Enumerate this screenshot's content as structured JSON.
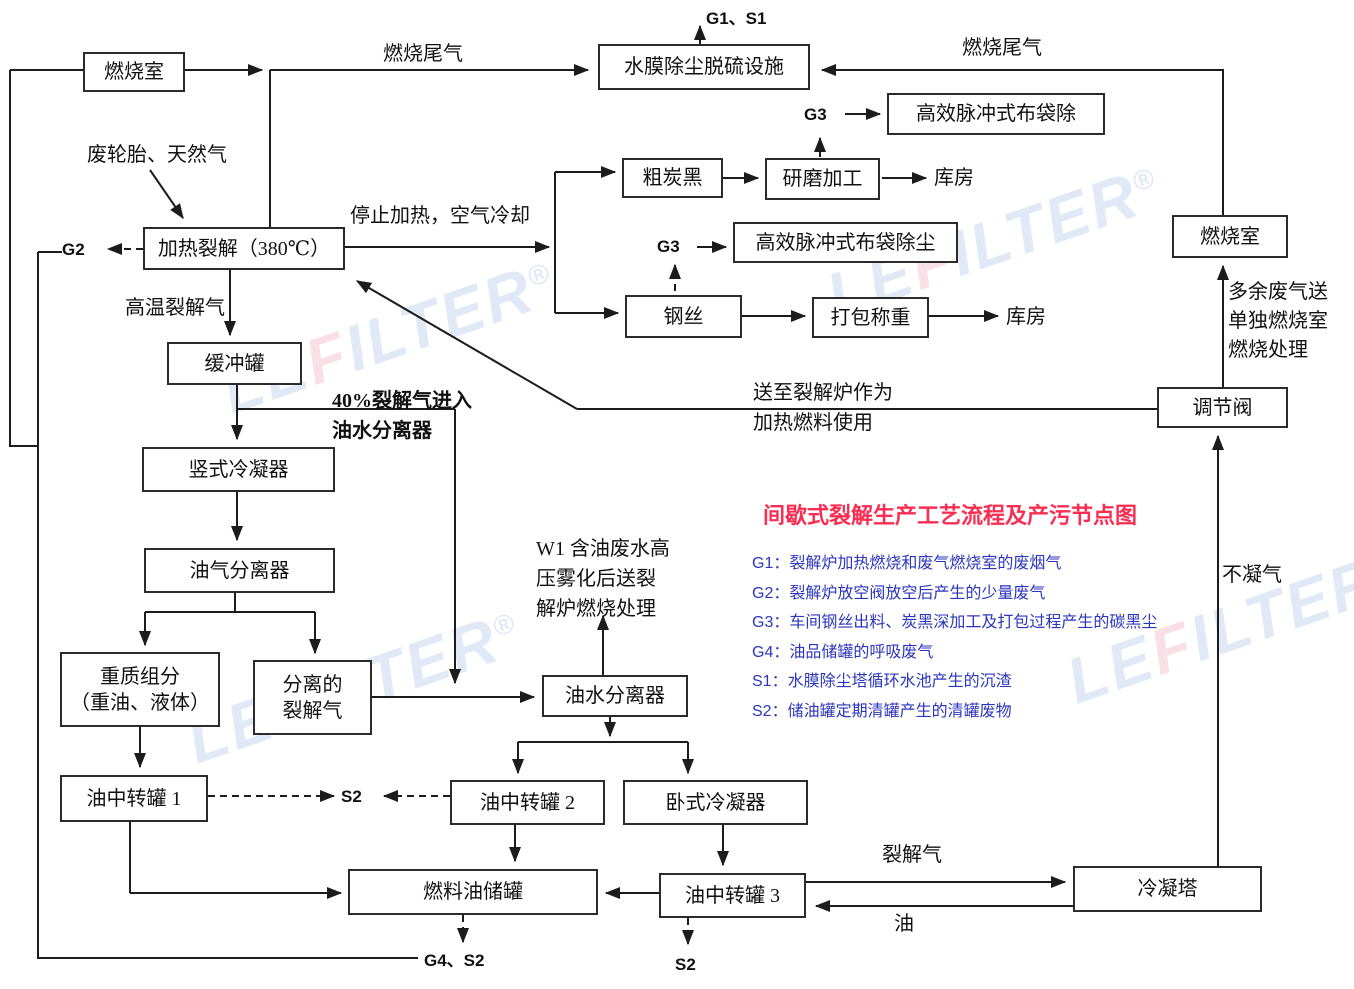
{
  "title": "间歇式裂解生产工艺流程及产污节点图",
  "legend": {
    "items": [
      "G1：裂解炉加热燃烧和废气燃烧室的废烟气",
      "G2：裂解炉放空阀放空后产生的少量废气",
      "G3：车间钢丝出料、炭黑深加工及打包过程产生的碳黑尘",
      "G4：油品储罐的呼吸废气",
      "S1：水膜除尘塔循环水池产生的沉渣",
      "S2：储油罐定期清罐产生的清罐废物"
    ]
  },
  "nodes": {
    "combustion_left": "燃烧室",
    "water_film": "水膜除尘脱硫设施",
    "bag_filter_top": "高效脉冲式布袋除",
    "coarse_cb": "粗炭黑",
    "grinding": "研磨加工",
    "bag_filter_mid": "高效脉冲式布袋除尘",
    "steel_wire": "钢丝",
    "packing": "打包称重",
    "pyrolysis": "加热裂解（380℃）",
    "buffer": "缓冲罐",
    "vert_cond": "竖式冷凝器",
    "og_sep": "油气分离器",
    "heavy": "重质组分\n（重油、液体）",
    "sep_gas": "分离的\n裂解气",
    "ot1": "油中转罐 1",
    "ow_sep": "油水分离器",
    "ot2": "油中转罐 2",
    "horiz_cond": "卧式冷凝器",
    "fuel_tank": "燃料油储罐",
    "ot3": "油中转罐 3",
    "cond_tower": "冷凝塔",
    "combustion_right": "燃烧室",
    "valve": "调节阀"
  },
  "labels": {
    "tail_gas_left": "燃烧尾气",
    "tail_gas_right": "燃烧尾气",
    "g1s1": "G1、S1",
    "g3_top": "G3",
    "warehouse_top": "库房",
    "g3_mid": "G3",
    "warehouse_mid": "库房",
    "waste_tires": "废轮胎、天然气",
    "stop_heating": "停止加热，空气冷却",
    "g2": "G2",
    "hot_gas": "高温裂解气",
    "pct40": "40%裂解气进入\n油水分离器",
    "send_to": "送至裂解炉作为\n加热燃料使用",
    "excess": "多余废气送\n单独燃烧室\n燃烧处理",
    "non_condensable": "不凝气",
    "w1": "W1 含油废水高\n压雾化后送裂\n解炉燃烧处理",
    "s2_mid": "S2",
    "pyrolysis_gas": "裂解气",
    "oil": "油",
    "g4s2": "G4、S2",
    "s2_bottom": "S2"
  },
  "watermark": {
    "part1": "LE",
    "part2": "F",
    "part3": "ILTER",
    "reg": "®"
  },
  "colors": {
    "title_red": "#f92e52",
    "legend_blue": "#2c35bd",
    "line": "#1c1c1c",
    "watermark_blue": "#ccdcf0",
    "watermark_pink": "#f6ccd6"
  }
}
